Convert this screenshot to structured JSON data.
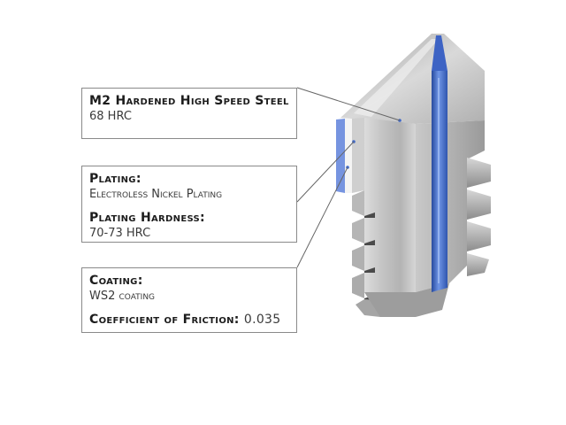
{
  "callouts": {
    "steel": {
      "heading": "M2 Hardened High Speed Steel",
      "value": "68 HRC"
    },
    "plating": {
      "heading": "Plating:",
      "value": "Electroless Nickel Plating",
      "hardness_heading": "Plating Hardness:",
      "hardness_value": "70-73 HRC"
    },
    "coating": {
      "heading": "Coating:",
      "value": "WS2 coating",
      "friction_heading": "Coefficient of Friction:",
      "friction_value": "0.035"
    }
  },
  "colors": {
    "bore_blue": "#3f68c8",
    "steel_light": "#e8e8e8",
    "steel_dark": "#8e8e8e",
    "leader_line": "#666666"
  }
}
